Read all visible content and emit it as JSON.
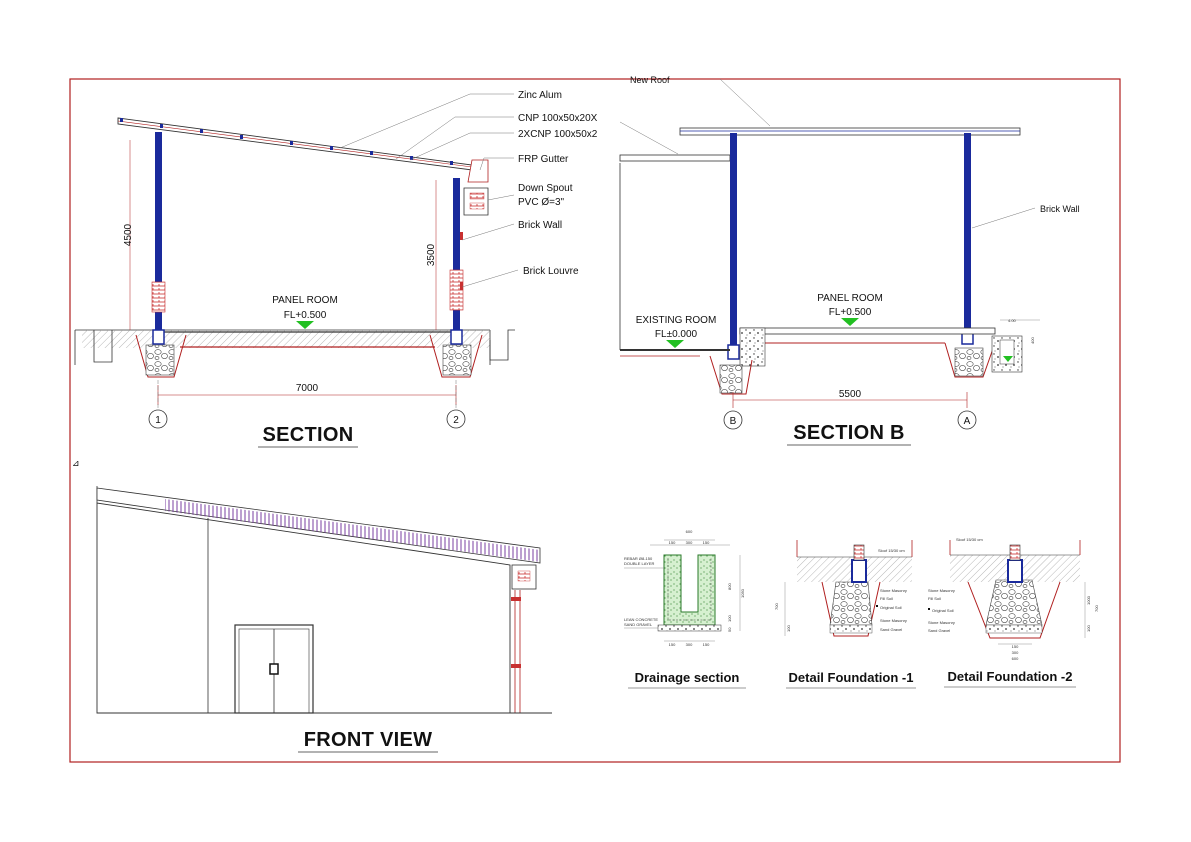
{
  "colors": {
    "frame": "#b02020",
    "steel": "#1a2a9c",
    "brick": "#c83030",
    "level_marker": "#22c022",
    "ink": "#111111"
  },
  "section": {
    "title": "SECTION",
    "labels": {
      "zinc_alum": "Zinc Alum",
      "cnp": "CNP 100x50x20X",
      "cnp2": "2XCNP 100x50x2",
      "gutter": "FRP Gutter",
      "down_spout": "Down Spout",
      "pvc": "PVC Ø=3\"",
      "brick_wall": "Brick Wall",
      "brick_louvre": "Brick Louvre"
    },
    "room": "PANEL ROOM",
    "level": "FL+0.500",
    "dim_height_left": "4500",
    "dim_height_right": "3500",
    "dim_span": "7000",
    "grid_left": "1",
    "grid_right": "2"
  },
  "section_b": {
    "title": "SECTION B",
    "new_roof": "New Roof",
    "brick_wall": "Brick Wall",
    "existing_room": "EXISTING ROOM",
    "existing_level": "FL±0.000",
    "room": "PANEL ROOM",
    "level": "FL+0.500",
    "dim_span": "5500",
    "grid_left": "B",
    "grid_right": "A",
    "small_dim_1": "4.00",
    "small_dim_2": "400"
  },
  "front_view": {
    "title": "FRONT VIEW"
  },
  "drainage": {
    "title": "Drainage section",
    "note_1": "REBAR Ø8-150",
    "note_2": "DOUBLE LAYER",
    "note_3": "LEAN CONCRETE",
    "note_4": "SAND GRAVEL",
    "dim_top": "600",
    "dims_top": [
      "150",
      "300",
      "150"
    ],
    "dims_bottom": [
      "150",
      "300",
      "150"
    ],
    "dim_h1": "800",
    "dim_h2": "1050",
    "dim_h3": "100",
    "dim_h4": "50"
  },
  "foundation_1": {
    "title": "Detail Foundation -1",
    "sloof": "Sloof 15/30 cm",
    "layers": [
      "Stone Masonry",
      "Fill Soil",
      "Original Soil",
      "Stone Masonry",
      "Sand Gravel"
    ],
    "dim_1": "700",
    "dim_2": "100"
  },
  "foundation_2": {
    "title": "Detail Foundation -2",
    "sloof": "Sloof 15/30 cm",
    "layers": [
      "Stone Masonry",
      "Fill Soil",
      "Original Soil",
      "Stone Masonry",
      "Sand Gravel"
    ],
    "dims_bottom": [
      "150",
      "300",
      "600"
    ],
    "dim_1": "1000",
    "dim_2": "700",
    "dim_3": "100"
  }
}
